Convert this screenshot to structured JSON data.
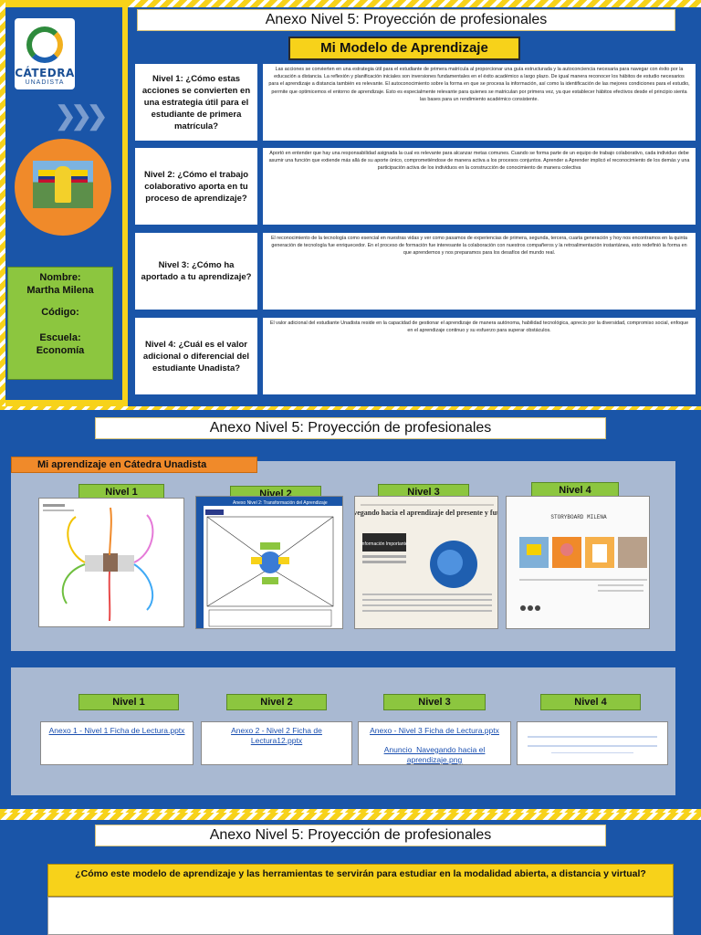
{
  "section1": {
    "title": "Anexo Nivel 5: Proyección de profesionales",
    "subtitle": "Mi Modelo de Aprendizaje",
    "logo": {
      "name": "CÁTEDRA",
      "sub": "UNADISTA"
    },
    "profile": {
      "name_label": "Nombre:",
      "name_value": "Martha Milena",
      "code_label": "Código:",
      "school_label": "Escuela:",
      "school_value": "Economía"
    },
    "levels": [
      {
        "question": "Nivel 1: ¿Cómo estas acciones se convierten en una estrategia útil para el estudiante de primera matrícula?",
        "answer": "Las acciones se convierten en una estrategia útil para el estudiante de primera matrícula al proporcionar una guía estructurada y la autoconciencia necesaria para navegar con éxito por la educación a distancia. La reflexión y planificación iniciales son inversiones fundamentales en el éxito académico a largo plazo. De igual manera reconocer los hábitos de estudio necesarios para el aprendizaje a distancia también es relevante. El autoconocimiento sobre la forma en que se procesa la información, así como la identificación de las mejores condiciones para el estudio, permite que optimicemos el entorno de aprendizaje. Esto es especialmente relevante para quienes se matriculan por primera vez, ya que establecer hábitos efectivos desde el principio sienta las bases para un rendimiento académico consistente."
      },
      {
        "question": "Nivel 2: ¿Cómo el trabajo colaborativo aporta en tu proceso de aprendizaje?",
        "answer": "Aportó en entender que hay una responsabilidad asignada la cual es relevante para alcanzar metas comunes. Cuando se forma parte de un equipo de trabajo colaborativo, cada individuo debe asumir una función que extiende más allá de su aporte único, comprometiéndose de manera activa a los procesos conjuntos. Aprender a Aprender implicó el reconocimiento de los demás y una participación activa de los individuos en la construcción de conocimiento de manera colectiva"
      },
      {
        "question": "Nivel 3: ¿Cómo ha aportado a tu aprendizaje?",
        "answer": "El reconocimiento de la tecnología como esencial en nuestras vidas y ver como pasamos de experiencias de primera, segunda, tercera, cuarta generación y hoy nos encontramos en la quinta generación de tecnología fue enriquecedor.  En el proceso de formación fue interesante la colaboración con nuestros compañeros y la retroalimentación instantánea, esto redefinió la forma en que aprendemos y nos preparamos para los desafíos del mundo real."
      },
      {
        "question": "Nivel 4: ¿Cuál es el valor adicional o diferencial del estudiante Unadista?",
        "answer": "El valor adicional del estudiante Unadista reside en la capacidad de gestionar el aprendizaje de manera autónoma, habilidad tecnológica, aprecio por la diversidad, compromiso social, enfoque en el aprendizaje continuo y su esfuerzo para superar obstáculos."
      }
    ]
  },
  "section2": {
    "title": "Anexo Nivel 5: Proyección de profesionales",
    "banner": "Mi aprendizaje en Cátedra Unadista",
    "thumb_labels": [
      "Nivel 1",
      "Nivel 2",
      "Nivel 3",
      "Nivel 4"
    ],
    "thumb2_header": "Anexo Nivel 2: Transformación del Aprendizaje",
    "thumb3_title": "Navegando hacia el aprendizaje del presente y futuro",
    "thumb3_box": "Información Importante",
    "thumb4_title": "STORYBOARD MILENA",
    "link_labels": [
      "Nivel 1",
      "Nivel 2",
      "Nivel 3",
      "Nivel 4"
    ],
    "links": {
      "n1": "Anexo 1 - Nivel 1 Ficha de Lectura.pptx",
      "n2": "Anexo 2 - Nivel 2 Ficha de Lectura12.pptx",
      "n3a": "Anexo - Nivel 3 Ficha de Lectura.pptx",
      "n3b": "Anuncio_Navegando hacia el aprendizaje.png"
    }
  },
  "section3": {
    "title": "Anexo Nivel 5: Proyección de profesionales",
    "question": "¿Cómo este modelo de aprendizaje y las herramientas te servirán para estudiar en la modalidad abierta, a distancia y virtual?"
  },
  "colors": {
    "blue": "#1a55a8",
    "yellow": "#f7d21a",
    "green": "#8cc63f",
    "orange": "#f08a2a",
    "panel": "#a9b9d2"
  }
}
